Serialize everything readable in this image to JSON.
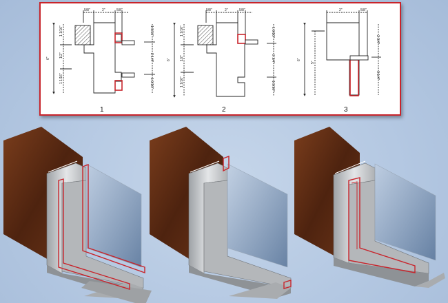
{
  "colors": {
    "background": "#b4c8e2",
    "panel_border": "#c8242b",
    "seal_highlight": "#c8242b",
    "wood": "#5a2c14",
    "aluminum": "#c7c9cb",
    "glass": "#7088a8"
  },
  "diagrams": [
    {
      "number": "1",
      "top_dims": [
        "5/8\"",
        "2\"",
        "5/8\""
      ],
      "left_dims": [
        "6\"",
        "1 1/16\"",
        "1/2\"",
        "1 1/16\""
      ],
      "right_dims": [
        "1 9/16\"",
        "2 1/4\"",
        "1 9/16\""
      ]
    },
    {
      "number": "2",
      "top_dims": [
        "5/8\"",
        "2\"",
        "5/8\""
      ],
      "left_dims": [
        "6\"",
        "1 1/16\"",
        "1/2\"",
        "1 1/16\""
      ],
      "right_dims": [
        "1 9/16\"",
        "2 1/4\"",
        "1 9/16\""
      ]
    },
    {
      "number": "3",
      "top_dims": [
        "2\"",
        "5/8\""
      ],
      "left_dims": [
        "6\"",
        "5\""
      ],
      "right_dims": [
        "2 3/4\"",
        "3 1/4\""
      ]
    }
  ],
  "icons": [
    "wood-panel-icon",
    "aluminum-frame-icon",
    "glass-pane-icon",
    "gasket-seal-icon"
  ]
}
